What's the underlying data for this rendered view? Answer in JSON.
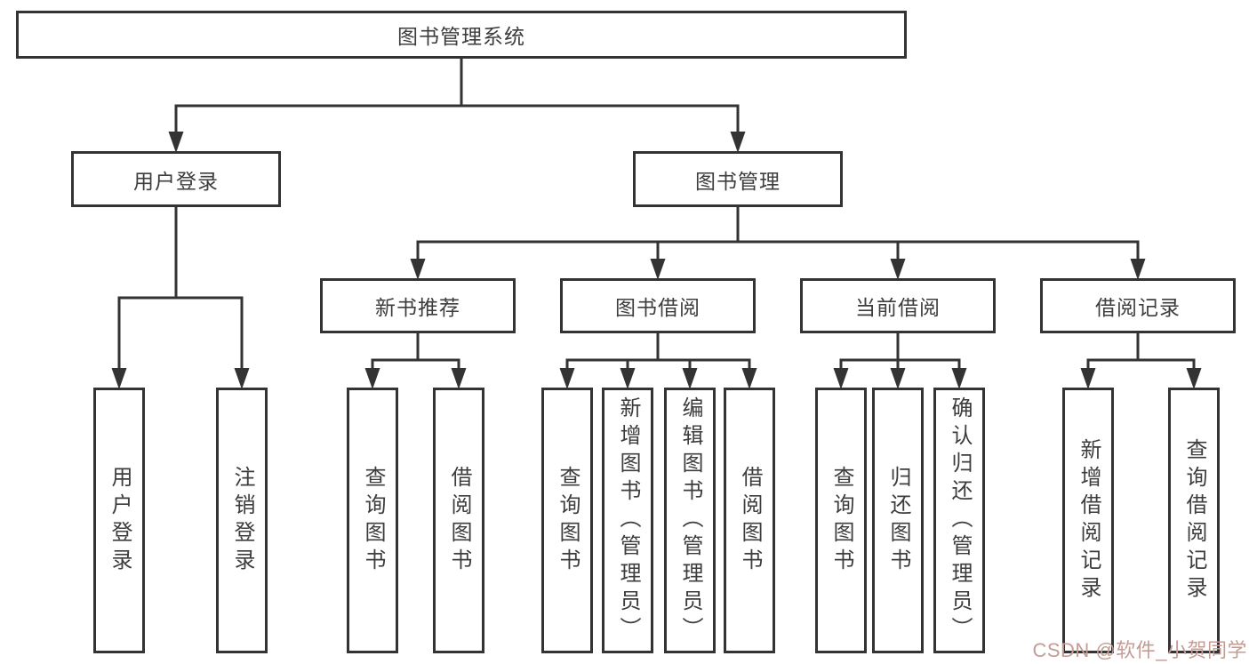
{
  "diagram": {
    "type": "hierarchy-structure-chart",
    "colors": {
      "background": "#ffffff",
      "box_border": "#333333",
      "connector_line": "#333333",
      "text": "#3d3d3d",
      "watermark": "#c49c94"
    },
    "root": {
      "label": "图书管理系统"
    },
    "level2": [
      {
        "label": "用户登录"
      },
      {
        "label": "图书管理"
      }
    ],
    "level3": [
      {
        "label": "新书推荐"
      },
      {
        "label": "图书借阅"
      },
      {
        "label": "当前借阅"
      },
      {
        "label": "借阅记录"
      }
    ],
    "leaves": {
      "user_login": [
        {
          "label": "用户登录"
        },
        {
          "label": "注销登录"
        }
      ],
      "new_books": [
        {
          "label": "查询图书"
        },
        {
          "label": "借阅图书"
        }
      ],
      "book_borrow": [
        {
          "label": "查询图书"
        },
        {
          "label": "新增图书（管理员）"
        },
        {
          "label": "编辑图书（管理员）"
        },
        {
          "label": "借阅图书"
        }
      ],
      "current_borrow": [
        {
          "label": "查询图书"
        },
        {
          "label": "归还图书"
        },
        {
          "label": "确认归还（管理员）"
        }
      ],
      "borrow_records": [
        {
          "label": "新增借阅记录"
        },
        {
          "label": "查询借阅记录"
        }
      ]
    },
    "watermark": "CSDN @软件_小贺同学"
  }
}
